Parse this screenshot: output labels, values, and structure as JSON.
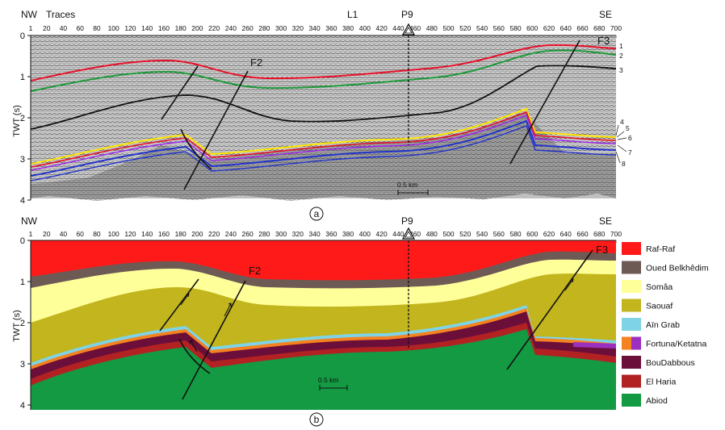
{
  "panel_a": {
    "left_label": "NW",
    "right_label": "SE",
    "traces_label": "Traces",
    "line_label": "L1",
    "well_label": "P9",
    "fault_labels": [
      "F2",
      "F3"
    ],
    "y_axis_label": "TWT (s)",
    "y_ticks": [
      "0",
      "1",
      "2",
      "3",
      "4"
    ],
    "x_ticks": [
      "1",
      "20",
      "40",
      "60",
      "80",
      "100",
      "120",
      "140",
      "160",
      "180",
      "200",
      "220",
      "240",
      "260",
      "280",
      "300",
      "320",
      "340",
      "360",
      "380",
      "400",
      "420",
      "440",
      "460",
      "480",
      "500",
      "520",
      "540",
      "560",
      "580",
      "600",
      "620",
      "640",
      "660",
      "680",
      "700"
    ],
    "horizon_numbers": [
      "1",
      "2",
      "3",
      "4",
      "5",
      "6",
      "7",
      "8"
    ],
    "scale_label": "0.5 km",
    "panel_letter": "a"
  },
  "panel_b": {
    "left_label": "NW",
    "right_label": "SE",
    "well_label": "P9",
    "fault_labels": [
      "F2",
      "F3"
    ],
    "y_axis_label": "TWT (s)",
    "y_ticks": [
      "0",
      "1",
      "2",
      "3",
      "4"
    ],
    "x_ticks": [
      "1",
      "20",
      "40",
      "60",
      "80",
      "100",
      "120",
      "140",
      "160",
      "180",
      "200",
      "220",
      "240",
      "260",
      "280",
      "300",
      "320",
      "340",
      "360",
      "380",
      "400",
      "420",
      "440",
      "460",
      "480",
      "500",
      "520",
      "540",
      "560",
      "580",
      "600",
      "620",
      "640",
      "660",
      "680",
      "700"
    ],
    "scale_label": "0.5 km",
    "panel_letter": "b"
  },
  "legend": [
    {
      "label": "Raf-Raf",
      "color": "#ff1a1a"
    },
    {
      "label": "Oued Belkhêdim",
      "color": "#6e5a55"
    },
    {
      "label": "Somâa",
      "color": "#ffff99"
    },
    {
      "label": "Saouaf",
      "color": "#c2b51e"
    },
    {
      "label": "Aïn Grab",
      "color": "#7fd3e6"
    },
    {
      "label": "Fortuna/Ketatna",
      "color": "#f58220",
      "color2": "#9b30c0"
    },
    {
      "label": "BouDabbous",
      "color": "#6b0f3a"
    },
    {
      "label": "El Haria",
      "color": "#b22222"
    },
    {
      "label": "Abiod",
      "color": "#139a43"
    }
  ]
}
